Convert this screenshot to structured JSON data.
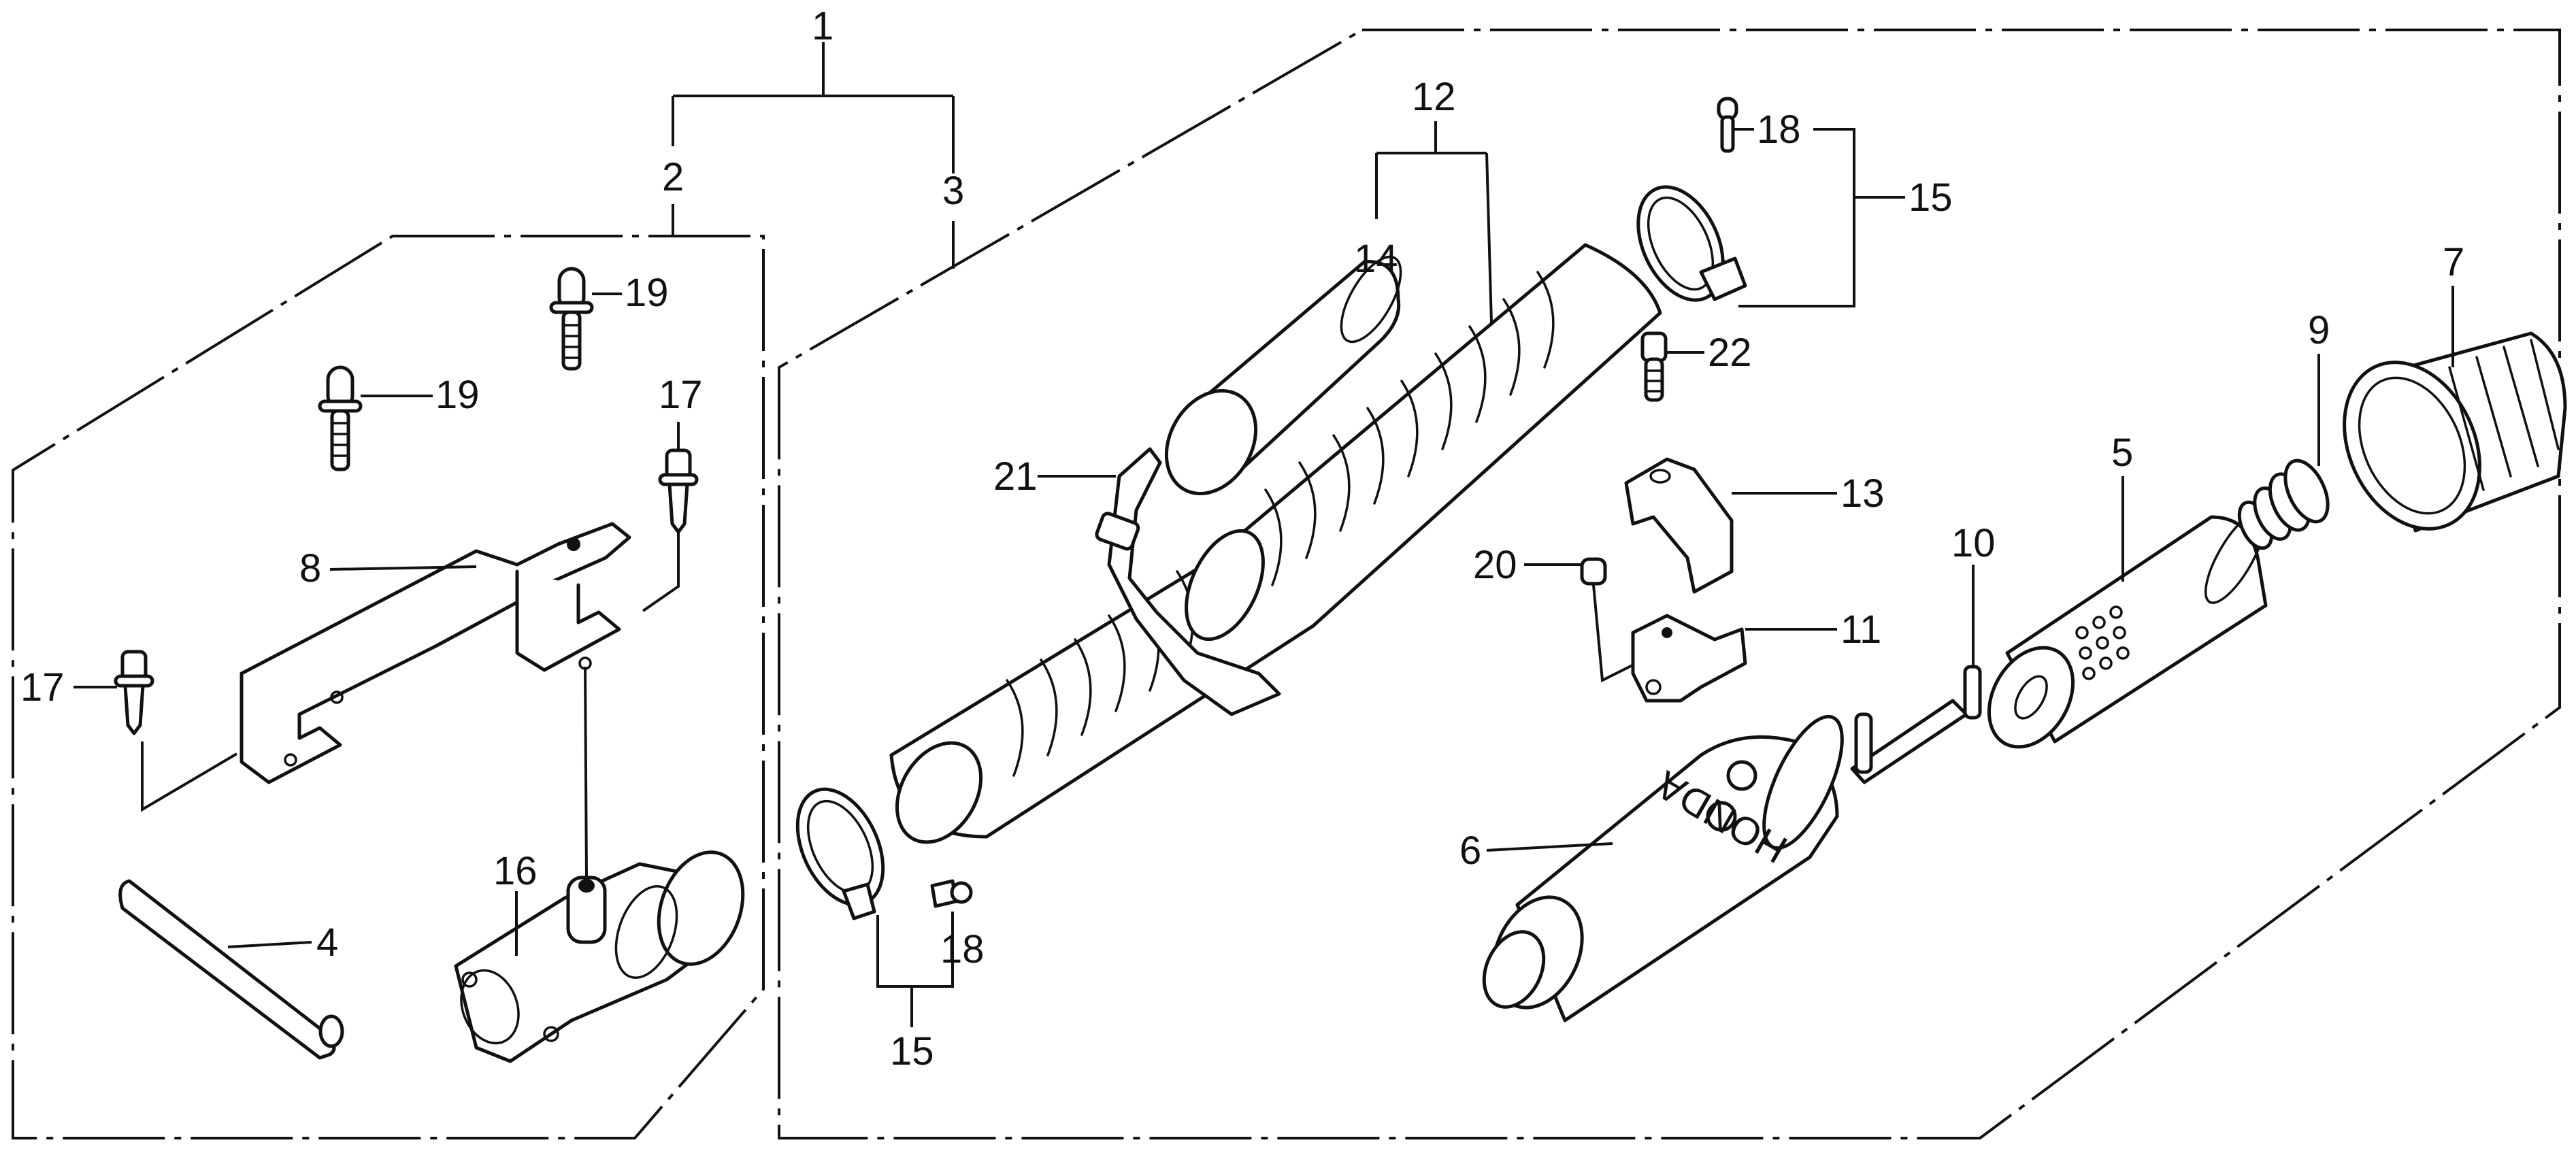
{
  "diagram": {
    "title": "Air cleaner / hose kit exploded parts diagram",
    "brand_marking": "HONDA",
    "groups": {
      "kit_all": {
        "ref": "1",
        "contains": [
          "2",
          "3"
        ]
      },
      "kit_left": {
        "ref": "2",
        "parts": [
          "4",
          "8",
          "16",
          "17",
          "19"
        ]
      },
      "kit_right": {
        "ref": "3",
        "parts": [
          "5",
          "6",
          "7",
          "9",
          "10",
          "11",
          "12",
          "13",
          "15",
          "18",
          "20",
          "21",
          "22"
        ]
      },
      "hose_assy": {
        "ref": "12",
        "contains": [
          "14"
        ]
      },
      "clamp_assy_top": {
        "ref": "15",
        "contains": [
          "18"
        ]
      },
      "clamp_assy_bottom": {
        "ref": "15",
        "contains": [
          "18"
        ]
      }
    },
    "callouts": {
      "c1": "1",
      "c2": "2",
      "c3": "3",
      "c4": "4",
      "c5": "5",
      "c6": "6",
      "c7": "7",
      "c8": "8",
      "c9": "9",
      "c10": "10",
      "c11": "11",
      "c12": "12",
      "c13": "13",
      "c14": "14",
      "c15a": "15",
      "c15b": "15",
      "c16": "16",
      "c17a": "17",
      "c17b": "17",
      "c18a": "18",
      "c18b": "18",
      "c19a": "19",
      "c19b": "19",
      "c20": "20",
      "c21": "21",
      "c22": "22"
    }
  }
}
